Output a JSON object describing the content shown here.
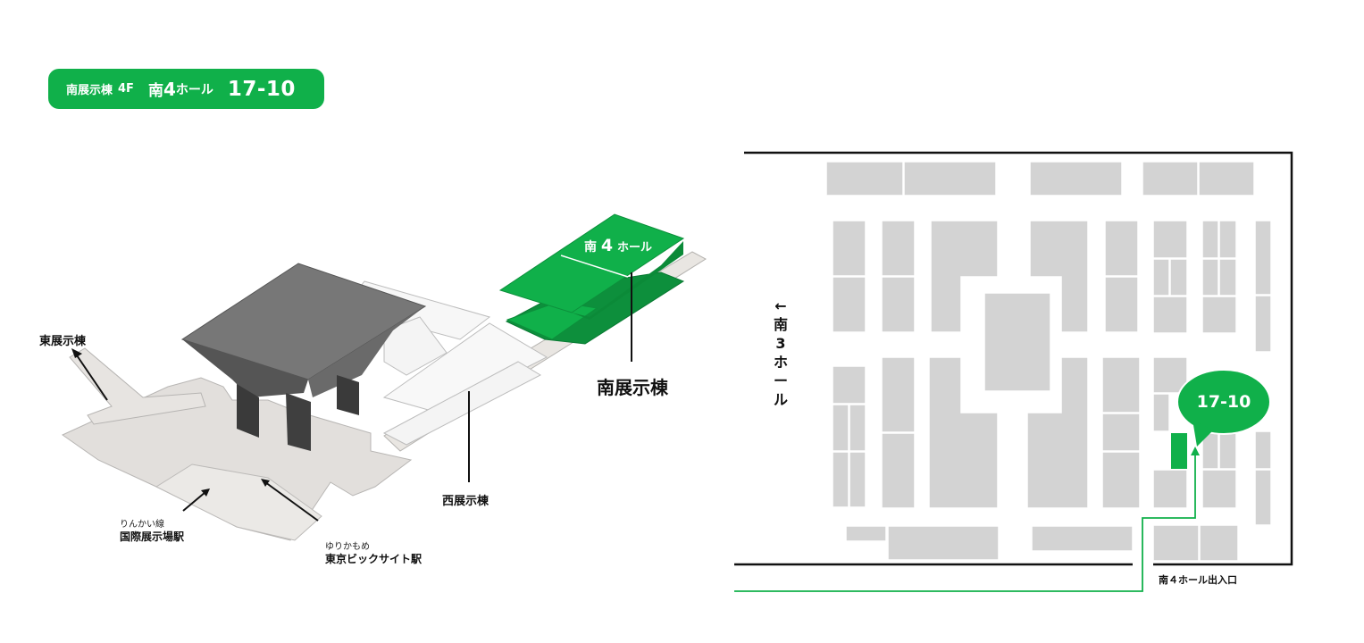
{
  "badge": {
    "building": "南展示棟",
    "floor": "4F",
    "hall_kanji": "南",
    "hall_number": "4",
    "hall_suffix": "ホール",
    "booth": "17-10"
  },
  "overview_map": {
    "hall_label_kanji": "南",
    "hall_label_number": "4",
    "hall_label_suffix": "ホール",
    "south_building": "南展示棟",
    "west_building": "西展示棟",
    "east_building": "東展示棟",
    "rinkai_ruby": "りんかい線",
    "rinkai_station": "国際展示場駅",
    "yurikamome_ruby": "ゆりかもめ",
    "yurikamome_station": "東京ビックサイト駅"
  },
  "floor_plan": {
    "adjacent_arrow": "←",
    "adjacent_chars": [
      "南",
      "3",
      "ホ",
      "ー",
      "ル"
    ],
    "booth_bubble": "17-10",
    "entrance_label": "南４ホール出入口"
  },
  "colors": {
    "accent_green": "#10b04a",
    "booth_gray": "#d3d3d3",
    "building_dark": "#6e6e6e"
  }
}
